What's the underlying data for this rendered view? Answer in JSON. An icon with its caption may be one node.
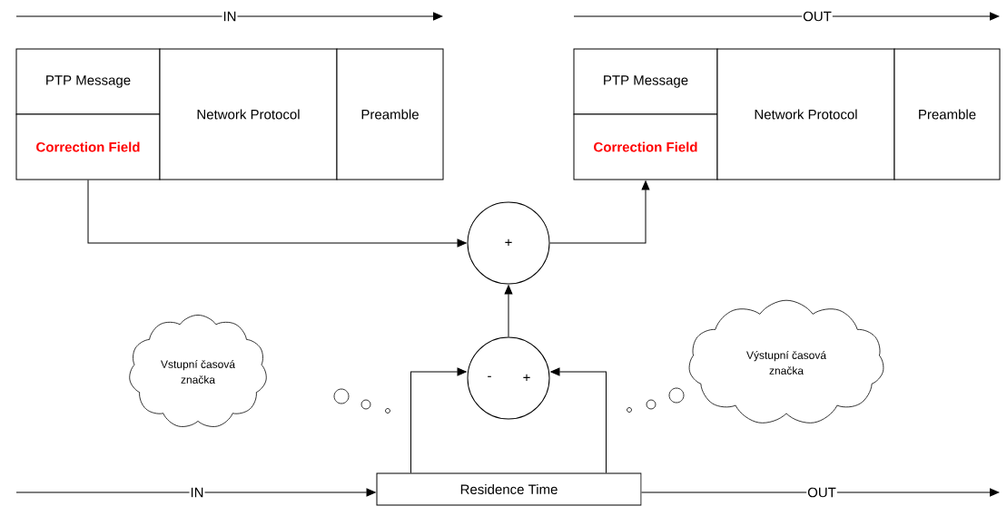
{
  "diagram": {
    "nodes": [
      {
        "text": [
          "PTP Message"
        ]
      },
      {
        "text": [
          "Correction Field"
        ]
      },
      {
        "text": [
          "Network Protocol"
        ]
      },
      {
        "text": [
          "Preamble"
        ]
      },
      {
        "text": [
          "PTP Message"
        ]
      },
      {
        "text": [
          "Correction Field"
        ]
      },
      {
        "text": [
          "Network Protocol"
        ]
      },
      {
        "text": [
          "Preamble"
        ]
      },
      {
        "text": [
          "+"
        ]
      },
      {
        "text": [
          "-",
          "+"
        ]
      },
      {
        "text": [
          "Residence Time"
        ]
      },
      {
        "text": [
          "Vstupní časová značka"
        ]
      },
      {
        "text": [
          "Výstupní časová značka"
        ]
      }
    ],
    "edges": [
      {
        "from": 1,
        "to": 8,
        "arrow": "to"
      },
      {
        "from": 8,
        "to": 5,
        "arrow": "to"
      },
      {
        "from": 9,
        "to": 8,
        "arrow": "to"
      },
      {
        "from": 10,
        "to": 9,
        "arrow": "to"
      },
      {
        "from": 10,
        "to": 9,
        "arrow": "to"
      },
      {
        "from": null,
        "to": 10,
        "arrow": "to",
        "label": "IN"
      },
      {
        "from": 10,
        "to": null,
        "arrow": "to",
        "label": "OUT"
      }
    ],
    "labels": [
      "IN",
      "OUT"
    ]
  }
}
